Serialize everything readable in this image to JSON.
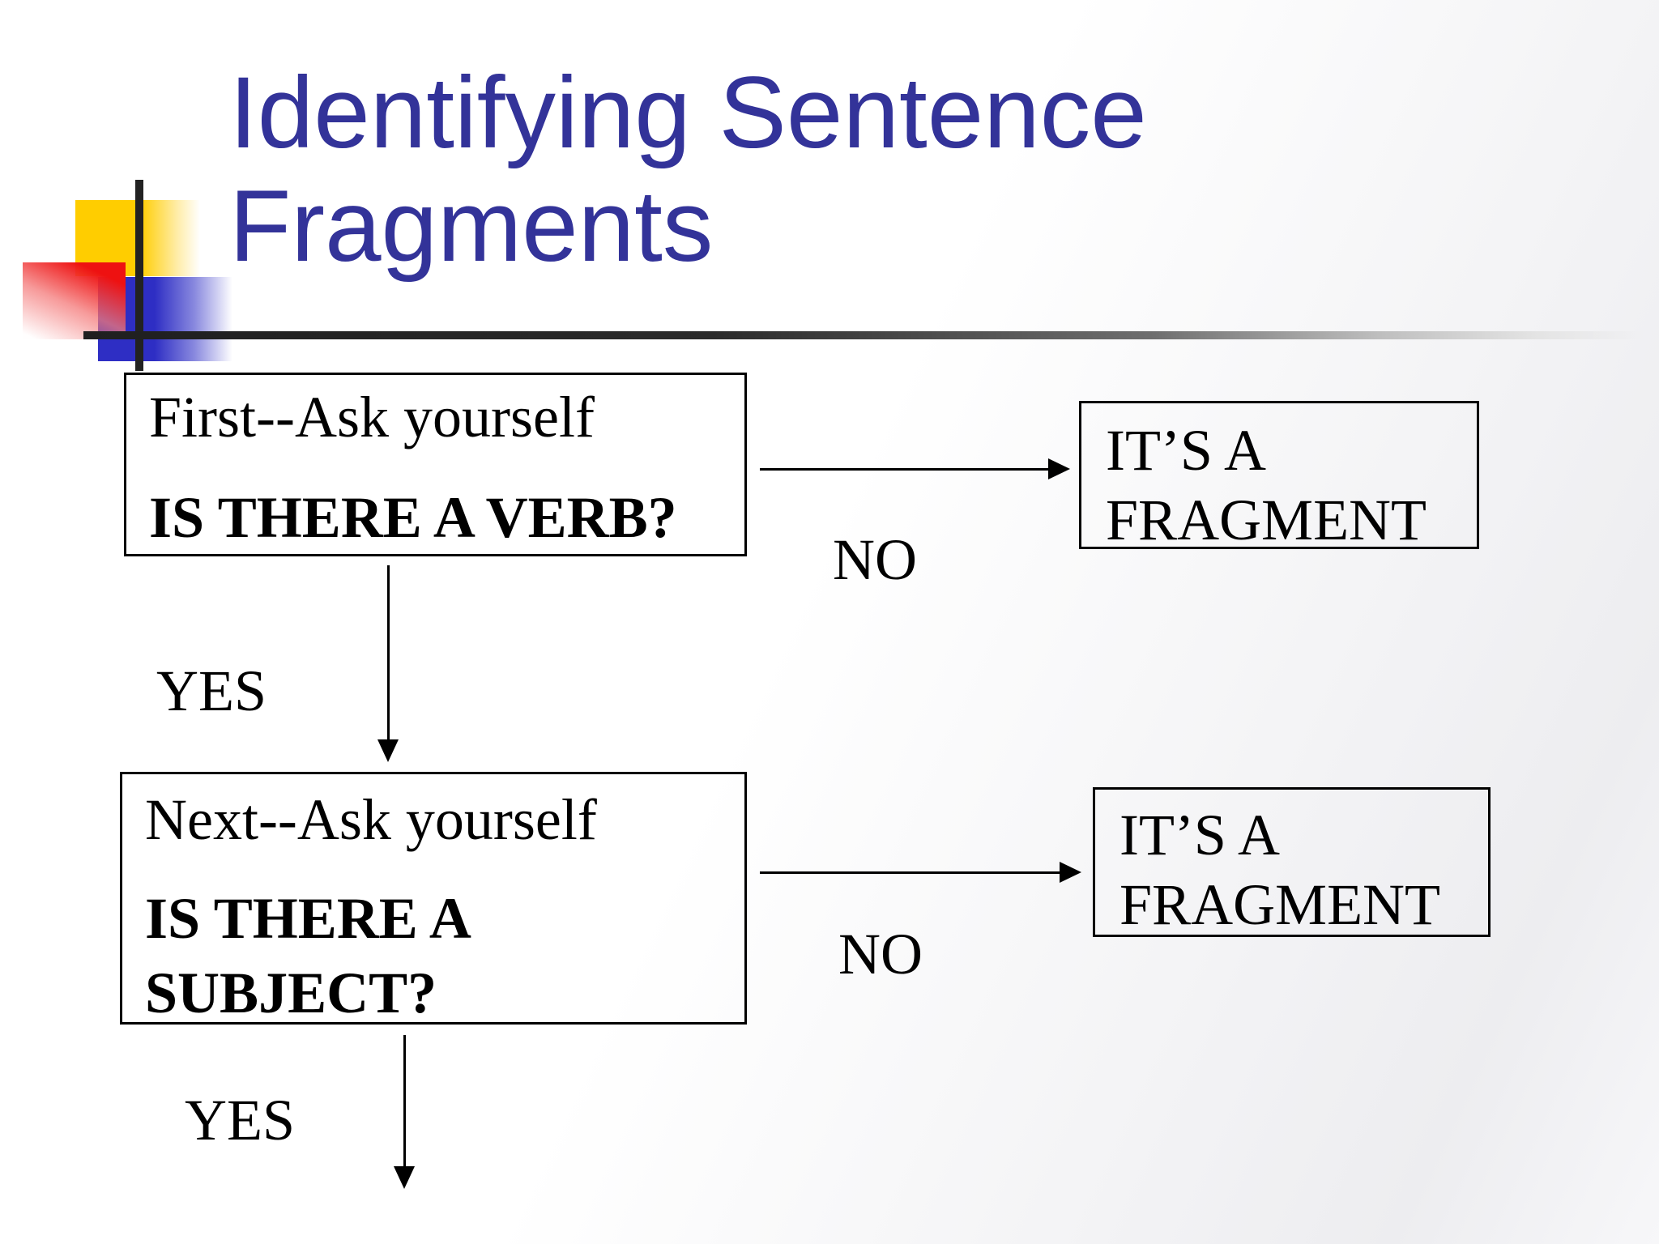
{
  "title": {
    "line1": "Identifying Sentence",
    "line2": "Fragments"
  },
  "flowchart": {
    "q1": {
      "prompt": "First--Ask yourself",
      "question": "IS THERE A VERB?"
    },
    "q2": {
      "prompt": "Next--Ask yourself",
      "question1": "IS THERE A",
      "question2": "SUBJECT?"
    },
    "result1": {
      "line1": "IT’S A",
      "line2": "FRAGMENT"
    },
    "result2": {
      "line1": "IT’S A",
      "line2": "FRAGMENT"
    },
    "labels": {
      "no1": "NO",
      "yes1": "YES",
      "no2": "NO",
      "yes2": "YES"
    }
  },
  "colors": {
    "title_blue": "#333399",
    "square_yellow": "#ffcd00",
    "square_red": "#ee1111",
    "square_blue": "#2e2ec4",
    "rule_dark": "#1c1c1c"
  }
}
